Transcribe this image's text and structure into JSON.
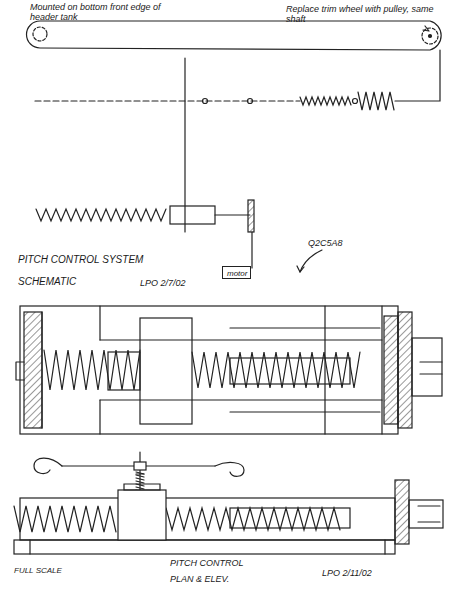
{
  "diagram": {
    "nodes": [
      {
        "text": [
          "motor"
        ]
      }
    ],
    "edges": [],
    "labels": [
      "Mounted on bottom front edge of header tank",
      "Replace trim wheel with pulley, same shaft",
      "Q2C5A8",
      "PITCH CONTROL SYSTEM",
      "SCHEMATIC",
      "LPO 2/7/02",
      "FULL SCALE",
      "PITCH CONTROL",
      "PLAN & ELEV.",
      "LPO 2/11/02"
    ]
  }
}
